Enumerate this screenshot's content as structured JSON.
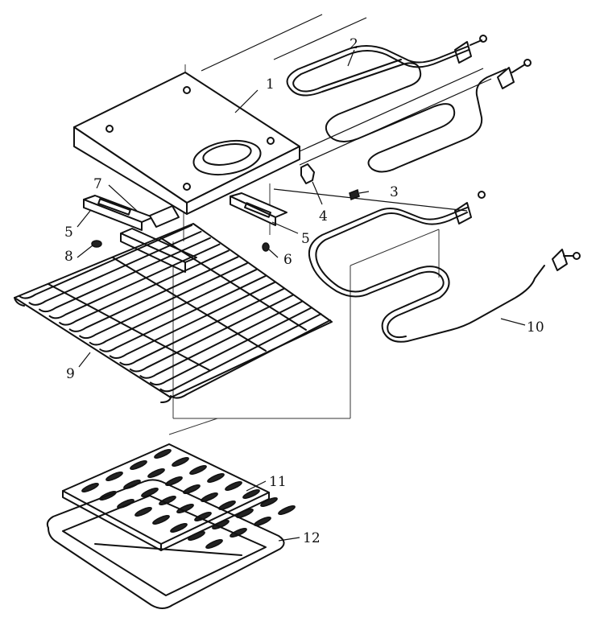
{
  "diagram": {
    "labels": [
      {
        "id": "part-1",
        "text": "1"
      },
      {
        "id": "part-2",
        "text": "2"
      },
      {
        "id": "part-3",
        "text": "3"
      },
      {
        "id": "part-4",
        "text": "4"
      },
      {
        "id": "part-5a",
        "text": "5"
      },
      {
        "id": "part-5b",
        "text": "5"
      },
      {
        "id": "part-6",
        "text": "6"
      },
      {
        "id": "part-7",
        "text": "7"
      },
      {
        "id": "part-8",
        "text": "8"
      },
      {
        "id": "part-9",
        "text": "9"
      },
      {
        "id": "part-10",
        "text": "10"
      },
      {
        "id": "part-11",
        "text": "11"
      },
      {
        "id": "part-12",
        "text": "12"
      }
    ]
  }
}
